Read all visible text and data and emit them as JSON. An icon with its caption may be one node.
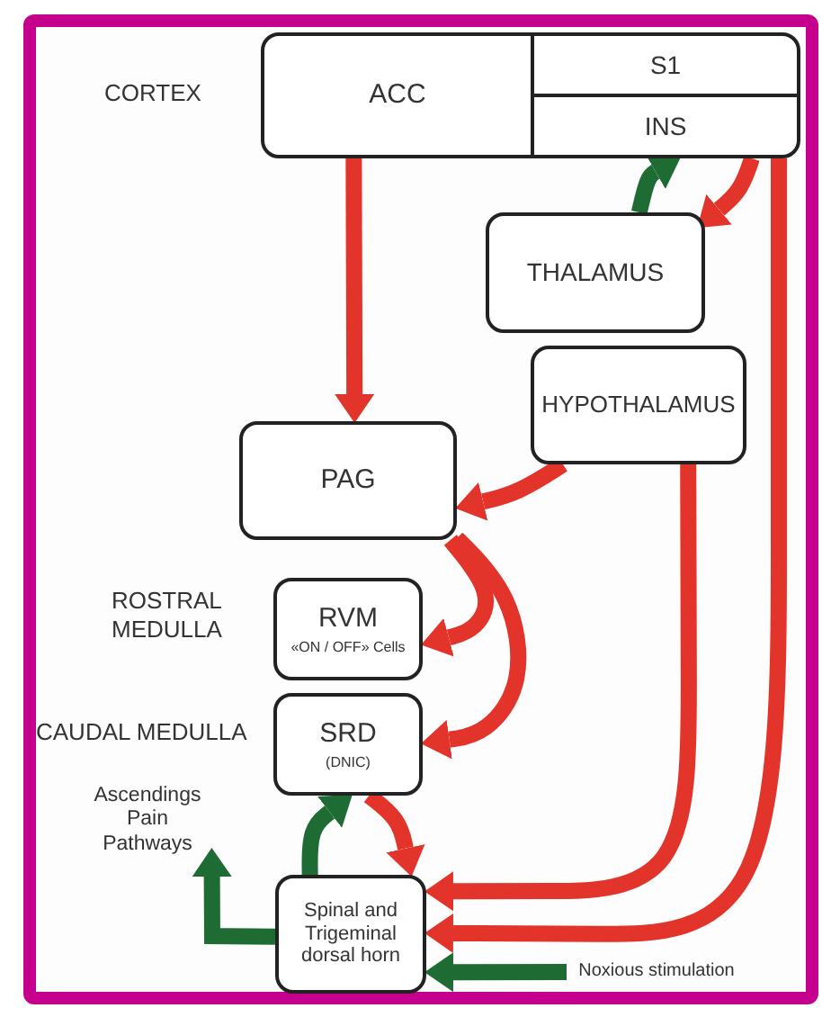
{
  "diagram": {
    "nodes": [
      {
        "text": [
          "ACC"
        ]
      },
      {
        "text": [
          "S1"
        ]
      },
      {
        "text": [
          "INS"
        ]
      },
      {
        "text": [
          "THALAMUS"
        ]
      },
      {
        "text": [
          "HYPOTHALAMUS"
        ]
      },
      {
        "text": [
          "PAG"
        ]
      },
      {
        "text": [
          "RVM",
          "«ON / OFF» Cells"
        ]
      },
      {
        "text": [
          "SRD",
          "(DNIC)"
        ]
      },
      {
        "text": [
          "Spinal and Trigeminal dorsal horn"
        ]
      },
      {
        "text": [
          "Ascendings Pain Pathways"
        ]
      },
      {
        "text": [
          "Noxious stimulation"
        ]
      }
    ],
    "edges": [
      {
        "from": 0,
        "to": 5,
        "arrow": "to"
      },
      {
        "from": 2,
        "to": 3,
        "arrow": "to"
      },
      {
        "from": 3,
        "to": 2,
        "arrow": "to",
        "color": "#1f6b34"
      },
      {
        "from": 2,
        "to": 8,
        "arrow": "to"
      },
      {
        "from": 4,
        "to": 8,
        "arrow": "to"
      },
      {
        "from": 4,
        "to": 5,
        "arrow": "to"
      },
      {
        "from": 5,
        "to": 6,
        "arrow": "to"
      },
      {
        "from": 5,
        "to": 7,
        "arrow": "to"
      },
      {
        "from": 8,
        "to": 7,
        "arrow": "to",
        "color": "#1f6b34"
      },
      {
        "from": 7,
        "to": 8,
        "arrow": "to"
      },
      {
        "from": 8,
        "to": 9,
        "arrow": "to",
        "color": "#1f6b34"
      },
      {
        "from": 10,
        "to": 8,
        "arrow": "to",
        "color": "#1f6b34"
      }
    ],
    "labels": [
      "CORTEX",
      "ROSTRAL MEDULLA",
      "CAUDAL MEDULLA"
    ]
  }
}
